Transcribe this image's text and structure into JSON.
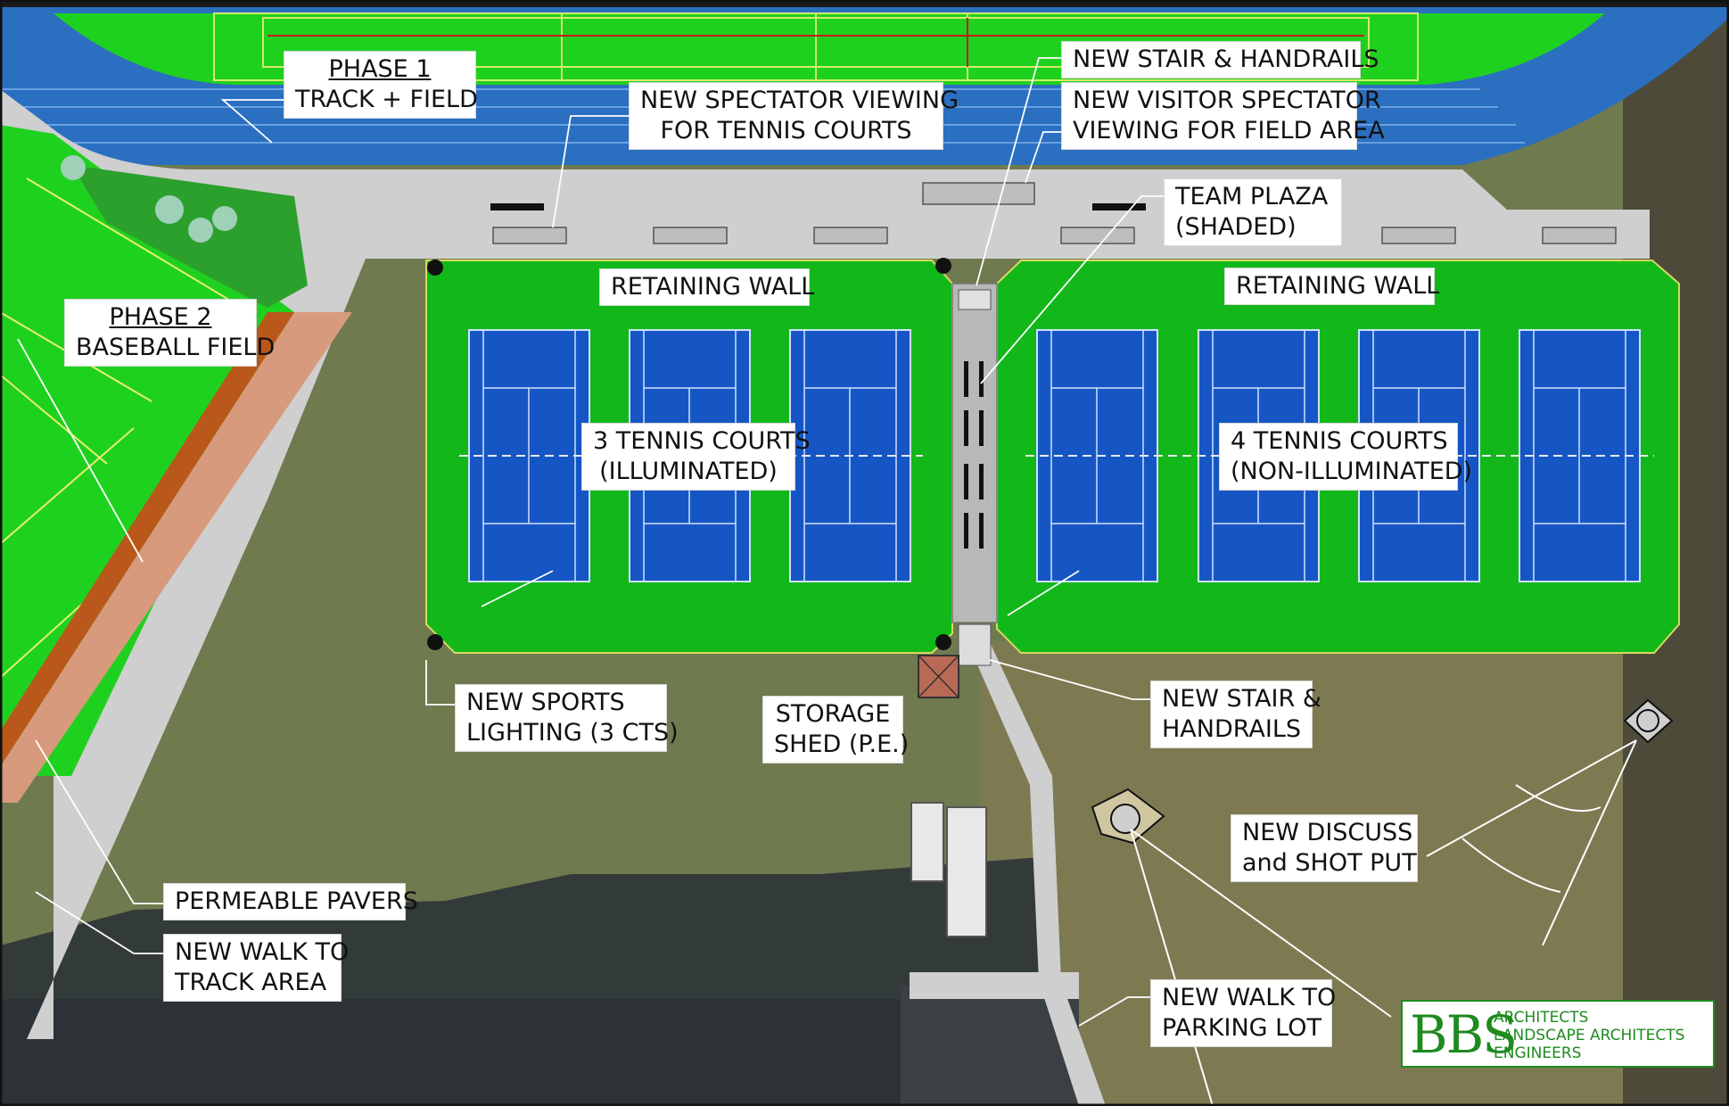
{
  "labels": {
    "phase1": {
      "line1": "PHASE 1",
      "line2": "TRACK + FIELD"
    },
    "phase2": {
      "line1": "PHASE 2",
      "line2": "BASEBALL FIELD"
    },
    "spectator_tennis": {
      "line1": "NEW SPECTATOR VIEWING",
      "line2": "FOR TENNIS COURTS"
    },
    "stair_top": {
      "line1": "NEW STAIR & HANDRAILS"
    },
    "visitor_spectator": {
      "line1": "NEW VISITOR SPECTATOR",
      "line2": "VIEWING FOR FIELD AREA"
    },
    "team_plaza": {
      "line1": "TEAM PLAZA",
      "line2": "(SHADED)"
    },
    "retaining_wall_left": {
      "line1": "RETAINING WALL"
    },
    "retaining_wall_right": {
      "line1": "RETAINING WALL"
    },
    "tennis_left": {
      "line1": "3 TENNIS COURTS",
      "line2": "(ILLUMINATED)"
    },
    "tennis_right": {
      "line1": "4 TENNIS COURTS",
      "line2": "(NON-ILLUMINATED)"
    },
    "sports_lighting": {
      "line1": "NEW SPORTS",
      "line2": "LIGHTING (3 CTS)"
    },
    "storage_shed": {
      "line1": "STORAGE",
      "line2": "SHED (P.E.)"
    },
    "stair_bottom": {
      "line1": "NEW STAIR &",
      "line2": "HANDRAILS"
    },
    "discus": {
      "line1": "NEW DISCUSS",
      "line2": "and SHOT PUT"
    },
    "pavers": {
      "line1": "PERMEABLE PAVERS"
    },
    "walk_track": {
      "line1": "NEW WALK TO",
      "line2": "TRACK AREA"
    },
    "walk_parking": {
      "line1": "NEW WALK TO",
      "line2": "PARKING LOT"
    }
  },
  "logo": {
    "mark": "BBS",
    "line1": "ARCHITECTS",
    "line2": "LANDSCAPE ARCHITECTS",
    "line3": "ENGINEERS"
  },
  "colors": {
    "court": "#1656c4",
    "court_surround": "#12b81a",
    "track": "#2b6fc0",
    "field": "#1fd11f",
    "walkway": "#cfcfcf",
    "grass": "#6f7a4f",
    "roof": "#2c3236",
    "logo": "#1f8a1f"
  }
}
